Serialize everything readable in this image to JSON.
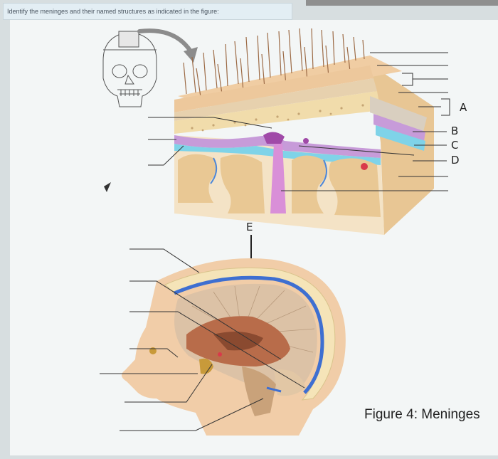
{
  "question": {
    "text": "Identify the meninges and their named structures as indicated in the figure:"
  },
  "labels": {
    "a": "A",
    "b": "B",
    "c": "C",
    "d": "D",
    "e": "E"
  },
  "caption": {
    "text": "Figure 4: Meninges"
  },
  "colors": {
    "skin": "#f1cda8",
    "bone": "#f5e4b8",
    "dura": "#c9bfb1",
    "arachnoid": "#c79bd9",
    "pia": "#7fd3e8",
    "blood_vessel": "#3e6fd1",
    "cortex": "#e9c894",
    "white_matter": "#f7ead2",
    "brain_internal": "#b86c4a"
  },
  "icons": {
    "cursor": "cursor-arrow-icon",
    "curved_arrow": "curved-arrow-icon"
  }
}
